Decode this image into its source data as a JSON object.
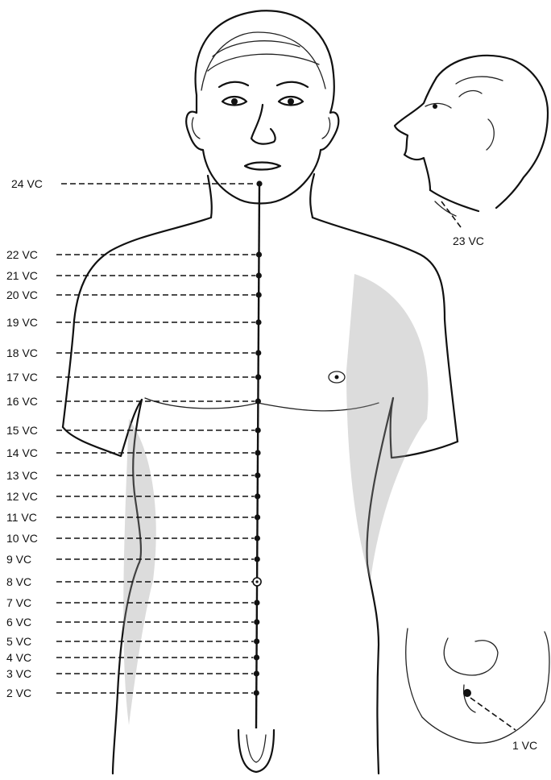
{
  "points": [
    {
      "id": "24",
      "label": "24 VC"
    },
    {
      "id": "22",
      "label": "22 VC"
    },
    {
      "id": "21",
      "label": "21 VC"
    },
    {
      "id": "20",
      "label": "20 VC"
    },
    {
      "id": "19",
      "label": "19 VC"
    },
    {
      "id": "18",
      "label": "18 VC"
    },
    {
      "id": "17",
      "label": "17 VC"
    },
    {
      "id": "16",
      "label": "16 VC"
    },
    {
      "id": "15",
      "label": "15 VC"
    },
    {
      "id": "14",
      "label": "14 VC"
    },
    {
      "id": "13",
      "label": "13 VC"
    },
    {
      "id": "12",
      "label": "12 VC"
    },
    {
      "id": "11",
      "label": "11 VC"
    },
    {
      "id": "10",
      "label": "10 VC"
    },
    {
      "id": "9",
      "label": "9 VC"
    },
    {
      "id": "8",
      "label": "8 VC"
    },
    {
      "id": "7",
      "label": "7 VC"
    },
    {
      "id": "6",
      "label": "6 VC"
    },
    {
      "id": "5",
      "label": "5 VC"
    },
    {
      "id": "4",
      "label": "4 VC"
    },
    {
      "id": "3",
      "label": "3 VC"
    },
    {
      "id": "2",
      "label": "2 VC"
    }
  ],
  "inset_head": {
    "label": "23 VC"
  },
  "inset_pelvis": {
    "label": "1 VC"
  }
}
